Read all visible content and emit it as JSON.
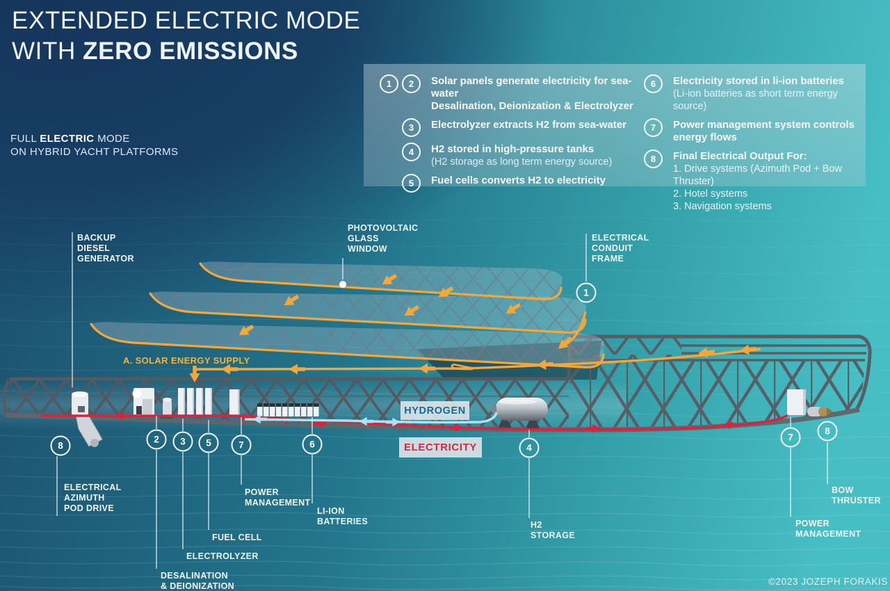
{
  "colors": {
    "navy": "#16365A",
    "teal": "#47BDC4",
    "solar_orange": "#F2A83A",
    "electricity_red": "#D8243C",
    "hydrogen_cyan": "#A9E4EF",
    "hydrogen_text": "#19688E",
    "label_white": "#F0F5F7",
    "truss_gray": "#54595F"
  },
  "header": {
    "title_l1": "EXTENDED ELECTRIC MODE",
    "title_l2a": "WITH ",
    "title_l2b": "ZERO EMISSIONS",
    "sub_l1a": "FULL ",
    "sub_l1b": "ELECTRIC",
    "sub_l1c": " MODE",
    "sub_l2": "ON HYBRID YACHT PLATFORMS"
  },
  "legend": {
    "left": [
      {
        "nums": [
          "1",
          "2"
        ],
        "main": "Solar panels generate electricity for sea-water\nDesalination, Deionization & Electrolyzer"
      },
      {
        "nums": [
          "3"
        ],
        "main": "Electrolyzer extracts H2 from sea-water"
      },
      {
        "nums": [
          "4"
        ],
        "main": "H2 stored in high-pressure tanks",
        "sub": "(H2 storage as long term energy source)"
      },
      {
        "nums": [
          "5"
        ],
        "main": "Fuel cells converts H2 to electricity"
      }
    ],
    "right": [
      {
        "nums": [
          "6"
        ],
        "main": "Electricity stored in li-ion batteries",
        "sub": "(Li-ion batteries as short term energy source)"
      },
      {
        "nums": [
          "7"
        ],
        "main": "Power management system controls\nenergy flows"
      },
      {
        "nums": [
          "8"
        ],
        "main": "Final Electrical Output For:",
        "list": "1. Drive systems (Azimuth Pod + Bow Thruster)\n2. Hotel systems\n3. Navigation systems"
      }
    ]
  },
  "flow_tags": {
    "solar": "A.  SOLAR ENERGY SUPPLY",
    "hydrogen": "HYDROGEN",
    "electricity": "ELECTRICITY"
  },
  "labels": {
    "backup_generator": "BACKUP\nDIESEL\nGENERATOR",
    "photovoltaic": "PHOTOVOLTAIC\nGLASS\nWINDOW",
    "conduit": "ELECTRICAL\nCONDUIT\nFRAME",
    "azimuth": "ELECTRICAL\nAZIMUTH\nPOD DRIVE",
    "power_mgmt_left": "POWER\nMANAGEMENT",
    "li_ion": "LI-ION\nBATTERIES",
    "fuel_cell": "FUEL CELL",
    "electrolyzer": "ELECTROLYZER",
    "desalination": "DESALINATION\n& DEIONIZATION",
    "h2_storage": "H2\nSTORAGE",
    "bow_thruster": "BOW\nTHRUSTER",
    "power_mgmt_right": "POWER\nMANAGEMENT"
  },
  "callouts": {
    "c1": "1",
    "c2": "2",
    "c3": "3",
    "c4": "4",
    "c5": "5",
    "c6": "6",
    "c7_left": "7",
    "c8_left": "8",
    "c7_right": "7",
    "c8_right": "8"
  },
  "footer": {
    "copyright": "©2023 JOZEPH FORAKIS"
  }
}
